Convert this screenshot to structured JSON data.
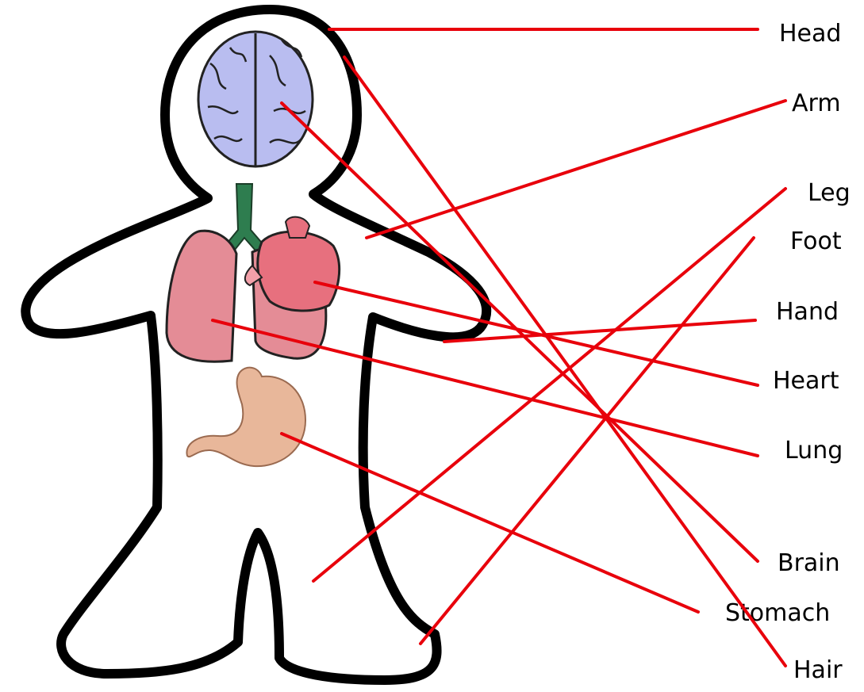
{
  "labels": {
    "head": "Head",
    "arm": "Arm",
    "leg": "Leg",
    "foot": "Foot",
    "hand": "Hand",
    "heart": "Heart",
    "lung": "Lung",
    "brain": "Brain",
    "stomach": "Stomach",
    "hair": "Hair"
  },
  "colors": {
    "connector_line": "#e8000b",
    "body_outline": "#000000",
    "brain": "#b9bdf0",
    "lung": "#e48c96",
    "heart": "#e7707e",
    "trachea": "#2e7d4f",
    "stomach": "#e8b79a"
  }
}
